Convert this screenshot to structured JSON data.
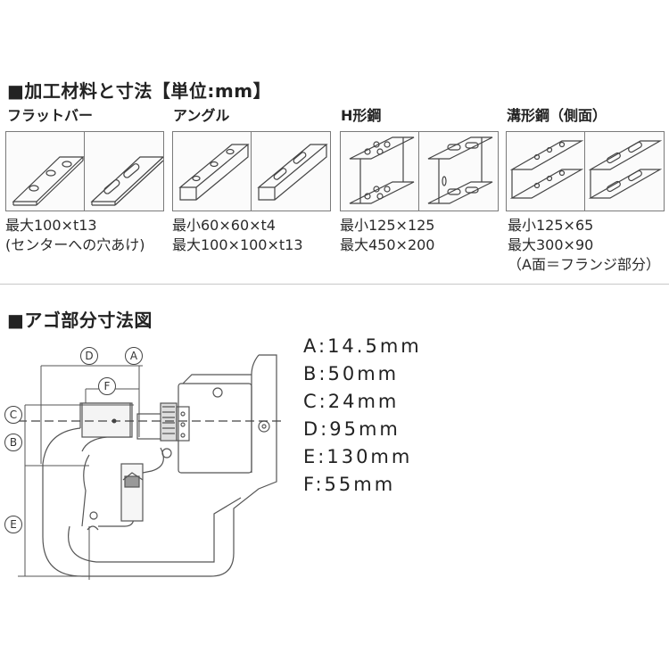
{
  "section1": {
    "title": "■加工材料と寸法【単位:mm】",
    "categories": [
      {
        "name": "フラットバー",
        "specs": [
          "最大100×t13",
          "(センターへの穴あけ)"
        ]
      },
      {
        "name": "アングル",
        "specs": [
          "最小60×60×t4",
          "最大100×100×t13"
        ]
      },
      {
        "name": "H形鋼",
        "specs": [
          "最小125×125",
          "最大450×200"
        ]
      },
      {
        "name": "溝形鋼（側面）",
        "specs": [
          "最小125×65",
          "最大300×90",
          "（A面＝フランジ部分）"
        ]
      }
    ]
  },
  "section2": {
    "title": "■アゴ部分寸法図",
    "labels": [
      "A",
      "B",
      "C",
      "D",
      "E",
      "F"
    ],
    "dims": [
      "A:14.5mm",
      "B:50mm",
      "C:24mm",
      "D:95mm",
      "E:130mm",
      "F:55mm"
    ]
  }
}
